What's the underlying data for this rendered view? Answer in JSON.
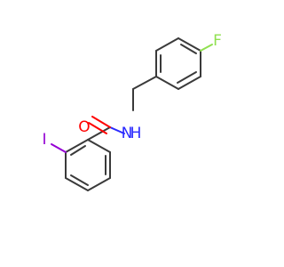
{
  "diagram": {
    "atoms": {
      "fluorine": {
        "label": "F",
        "color": "#90e050"
      },
      "nitrogen_hydrogen": {
        "label": "H",
        "color": "#2a2aff"
      },
      "nitrogen": {
        "label": "N",
        "color": "#2a2aff"
      },
      "oxygen": {
        "label": "O",
        "color": "#ff0000"
      },
      "iodine": {
        "label": "I",
        "color": "#9400d3"
      }
    }
  }
}
